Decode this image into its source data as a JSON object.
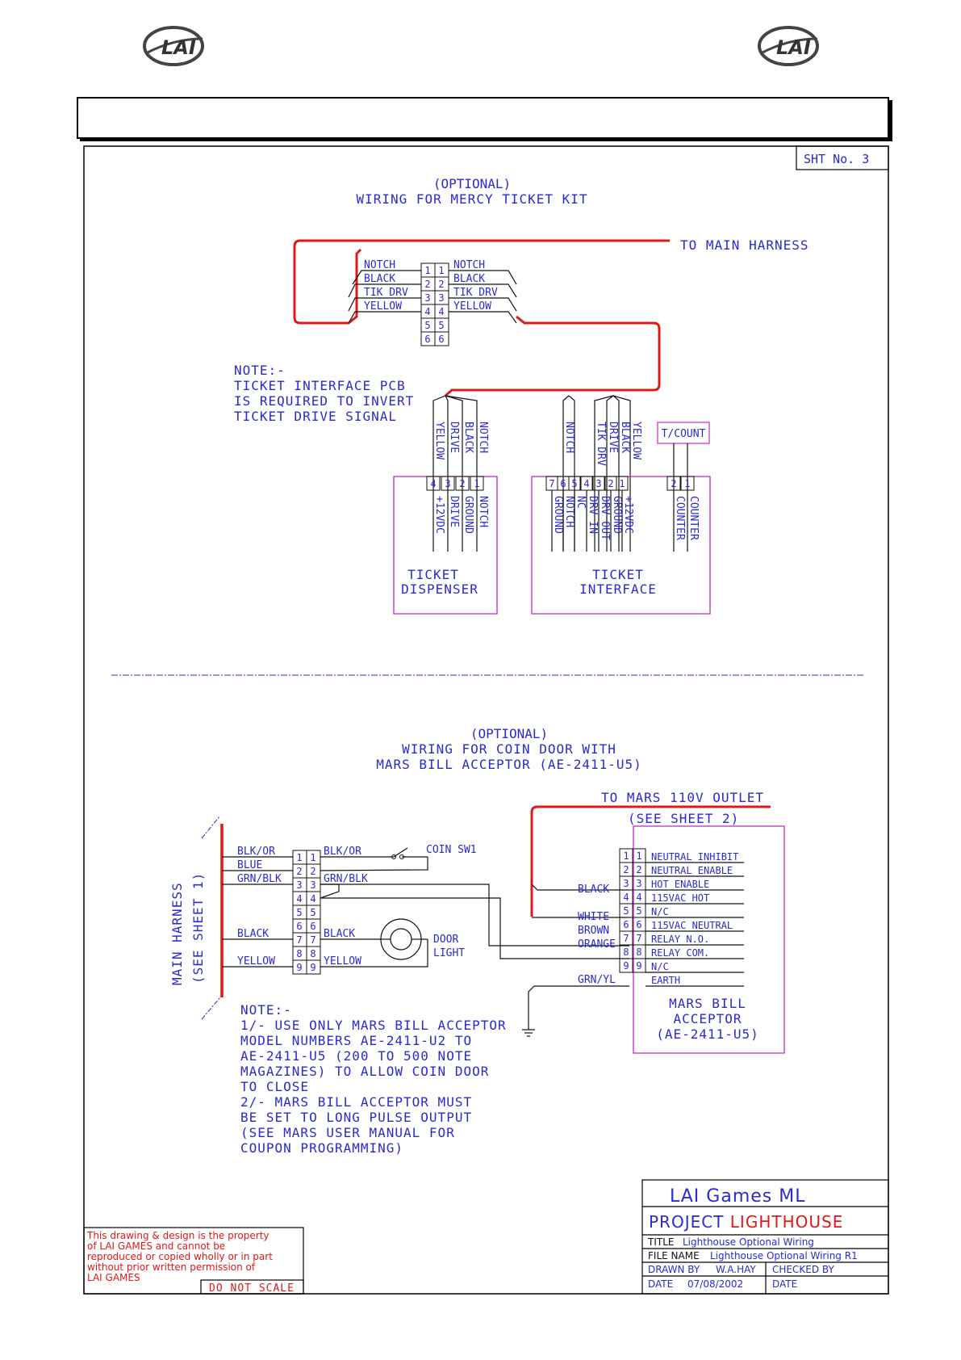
{
  "header": {
    "logo_left": "LAI",
    "logo_right": "LAI",
    "title_box_text": "",
    "sheet_number": "SHT No. 3"
  },
  "ticket_section": {
    "optional": "(OPTIONAL)",
    "title": "WIRING FOR MERCY TICKET KIT",
    "to_main_harness": "TO MAIN HARNESS",
    "conn_left_labels": [
      "NOTCH",
      "BLACK",
      "TIK DRV",
      "YELLOW"
    ],
    "conn_right_labels": [
      "NOTCH",
      "BLACK",
      "TIK DRV",
      "YELLOW"
    ],
    "conn_pins": [
      "1",
      "2",
      "3",
      "4",
      "5",
      "6"
    ],
    "note_lines": [
      "NOTE:-",
      "TICKET INTERFACE PCB",
      "IS REQUIRED TO INVERT",
      "TICKET DRIVE SIGNAL"
    ],
    "dispenser_wires": [
      "YELLOW",
      "DRIVE",
      "BLACK",
      "NOTCH"
    ],
    "interface_wires": [
      "NOTCH",
      "TIK DRV",
      "DRIVE",
      "BLACK",
      "YELLOW"
    ],
    "tcount": "T/COUNT",
    "dispenser": {
      "pins": [
        "4",
        "3",
        "2",
        "1"
      ],
      "pin_labels": [
        "+12VDC",
        "DRIVE",
        "GROUND",
        "NOTCH"
      ],
      "name_lines": [
        "TICKET",
        "DISPENSER"
      ]
    },
    "interface": {
      "pins": [
        "7",
        "6",
        "5",
        "4",
        "3",
        "2",
        "1"
      ],
      "pin_labels": [
        "GROUND",
        "NOTCH",
        "NC",
        "DRV IN",
        "DRV OUT",
        "GROUND",
        "+12VDC"
      ],
      "counter_pins": [
        "2",
        "1"
      ],
      "counter_labels": [
        "COUNTER",
        "COUNTER"
      ],
      "name_lines": [
        "TICKET",
        "INTERFACE"
      ]
    }
  },
  "coin_section": {
    "optional": "(OPTIONAL)",
    "title_lines": [
      "WIRING FOR COIN DOOR WITH",
      "MARS BILL ACCEPTOR (AE-2411-U5)"
    ],
    "to_outlet": "TO MARS 110V OUTLET",
    "see_sheet2": "(SEE SHEET 2)",
    "main_harness": "MAIN HARNESS",
    "see_sheet1": "(SEE SHEET 1)",
    "left_conn_labels": [
      "BLK/OR",
      "BLUE",
      "GRN/BLK",
      "BLACK",
      "YELLOW"
    ],
    "mid_labels": [
      "BLK/OR",
      "GRN/BLK",
      "BLACK",
      "YELLOW"
    ],
    "pins": [
      "1",
      "2",
      "3",
      "4",
      "5",
      "6",
      "7",
      "8",
      "9"
    ],
    "coin_sw": "COIN SW1",
    "door_light": [
      "DOOR",
      "LIGHT"
    ],
    "wire_labels": [
      "BLACK",
      "WHITE",
      "BROWN",
      "ORANGE",
      "GRN/YL"
    ],
    "acceptor_pin_labels": [
      "NEUTRAL INHIBIT",
      "NEUTRAL ENABLE",
      "HOT ENABLE",
      "115VAC HOT",
      "N/C",
      "115VAC NEUTRAL",
      "RELAY N.O.",
      "RELAY COM.",
      "N/C",
      "EARTH"
    ],
    "acceptor_name": [
      "MARS BILL",
      "ACCEPTOR",
      "(AE-2411-U5)"
    ],
    "note_lines": [
      "NOTE:-",
      "1/- USE ONLY MARS BILL ACCEPTOR",
      "MODEL NUMBERS AE-2411-U2 TO",
      "AE-2411-U5 (200 TO 500 NOTE",
      "MAGAZINES) TO ALLOW COIN DOOR",
      "TO CLOSE",
      "2/-  MARS BILL ACCEPTOR MUST",
      "BE SET TO LONG PULSE OUTPUT",
      "(SEE MARS USER MANUAL FOR",
      "COUPON PROGRAMMING)"
    ]
  },
  "title_block": {
    "company": "LAI Games ML",
    "project_label": "PROJECT",
    "project_name": "LIGHTHOUSE",
    "title_label": "TITLE",
    "title_value": "Lighthouse Optional Wiring",
    "file_label": "FILE NAME",
    "file_value": "Lighthouse Optional Wiring R1",
    "drawn_label": "DRAWN BY",
    "drawn_value": "W.A.HAY",
    "checked_label": "CHECKED BY",
    "date_label": "DATE",
    "date_value": "07/08/2002",
    "date2_label": "DATE"
  },
  "property_notice": {
    "lines": [
      "This drawing & design is the property",
      "of   LAI   GAMES   and   cannot   be",
      "reproduced or copied wholly or in part",
      "without prior written permission of",
      "LAI GAMES"
    ],
    "do_not_scale": "DO NOT SCALE"
  },
  "colors": {
    "wire": "#111111",
    "harness": "#e01818",
    "text": "#2a2ad0",
    "box": "#c030c0"
  }
}
